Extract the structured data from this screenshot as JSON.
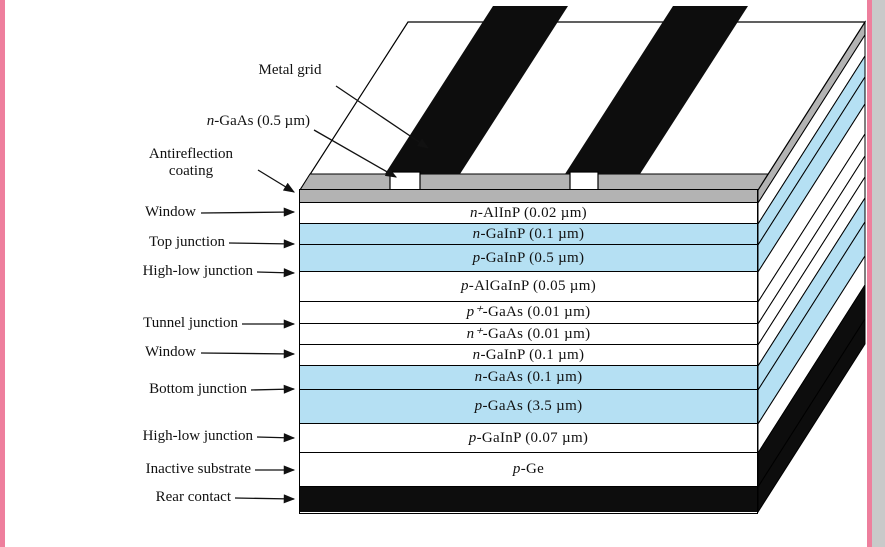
{
  "frame": {
    "border_pink": "#ee7f9d",
    "right_strip_gray": "#c9c9c9",
    "background": "#ffffff"
  },
  "palette": {
    "junction_blue": "#b5e0f3",
    "coating_gray": "#b3b3b3",
    "metal_black": "#0d0d0d",
    "layer_white": "#ffffff"
  },
  "callouts": [
    {
      "id": "metal-grid",
      "prefix": "",
      "label": "Metal grid"
    },
    {
      "id": "gaas-cap",
      "prefix": "n",
      "label": "-GaAs (0.5 µm)"
    },
    {
      "id": "antireflection-coating",
      "prefix": "",
      "label": "Antireflection coating"
    },
    {
      "id": "window-top",
      "prefix": "",
      "label": "Window"
    },
    {
      "id": "top-junction",
      "prefix": "",
      "label": "Top junction"
    },
    {
      "id": "high-low-junction-top",
      "prefix": "",
      "label": "High-low junction"
    },
    {
      "id": "tunnel-junction",
      "prefix": "",
      "label": "Tunnel junction"
    },
    {
      "id": "window-bottom",
      "prefix": "",
      "label": "Window"
    },
    {
      "id": "bottom-junction",
      "prefix": "",
      "label": "Bottom junction"
    },
    {
      "id": "high-low-junction-bottom",
      "prefix": "",
      "label": "High-low junction"
    },
    {
      "id": "inactive-substrate",
      "prefix": "",
      "label": "Inactive substrate"
    },
    {
      "id": "rear-contact",
      "prefix": "",
      "label": "Rear contact"
    }
  ],
  "stack": {
    "layers": [
      {
        "id": "antireflection-coating",
        "prefix": "",
        "text": "",
        "fill": "#b3b3b3"
      },
      {
        "id": "n-alinp-window",
        "prefix": "n",
        "text": "-AlInP (0.02 µm)",
        "fill": "#ffffff"
      },
      {
        "id": "n-gainp-top-emitter",
        "prefix": "n",
        "text": "-GaInP (0.1 µm)",
        "fill": "#b5e0f3"
      },
      {
        "id": "p-gainp-top-base",
        "prefix": "p",
        "text": "-GaInP (0.5 µm)",
        "fill": "#b5e0f3"
      },
      {
        "id": "p-algainp",
        "prefix": "p",
        "text": "-AlGaInP (0.05 µm)",
        "fill": "#ffffff"
      },
      {
        "id": "p-plus-gaas",
        "prefix": "p⁺",
        "text": "-GaAs (0.01 µm)",
        "fill": "#ffffff"
      },
      {
        "id": "n-plus-gaas",
        "prefix": "n⁺",
        "text": "-GaAs (0.01 µm)",
        "fill": "#ffffff"
      },
      {
        "id": "n-gainp-window",
        "prefix": "n",
        "text": "-GaInP (0.1 µm)",
        "fill": "#ffffff"
      },
      {
        "id": "n-gaas-bottom-emitter",
        "prefix": "n",
        "text": "-GaAs (0.1 µm)",
        "fill": "#b5e0f3"
      },
      {
        "id": "p-gaas-bottom-base",
        "prefix": "p",
        "text": "-GaAs (3.5 µm)",
        "fill": "#b5e0f3"
      },
      {
        "id": "p-gainp-high-low",
        "prefix": "p",
        "text": "-GaInP (0.07 µm)",
        "fill": "#ffffff"
      },
      {
        "id": "p-ge-substrate",
        "prefix": "p",
        "text": "-Ge",
        "fill": "#ffffff"
      },
      {
        "id": "rear-contact",
        "prefix": "",
        "text": "",
        "fill": "#0d0d0d"
      }
    ]
  }
}
